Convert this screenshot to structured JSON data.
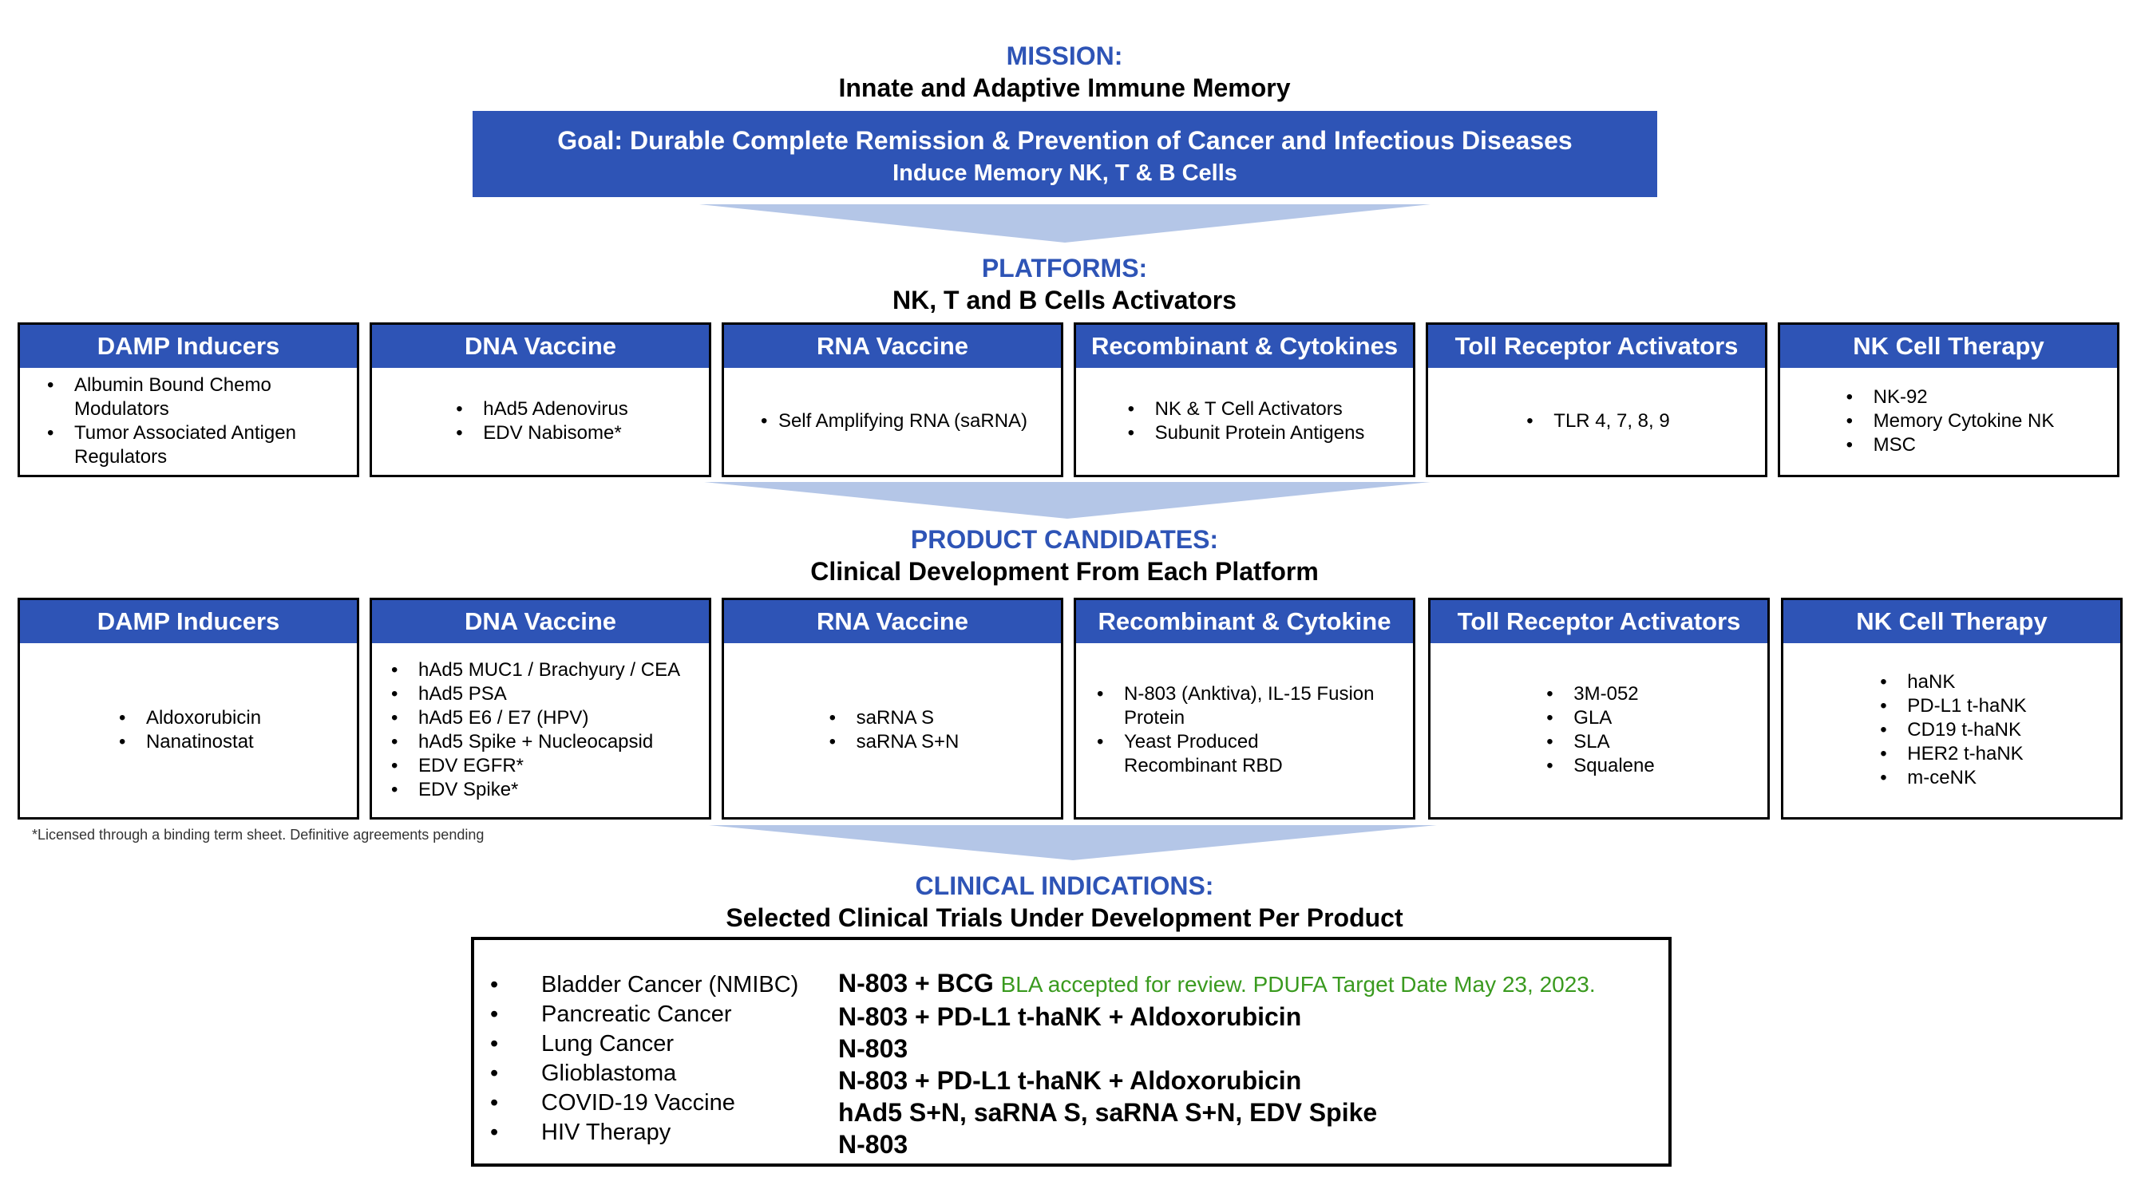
{
  "mission": {
    "label": "MISSION:",
    "subtitle": "Innate and Adaptive Immune Memory",
    "goal_line1": "Goal: Durable Complete Remission & Prevention of Cancer and Infectious Diseases",
    "goal_line2": "Induce Memory NK, T & B Cells"
  },
  "platforms": {
    "label": "PLATFORMS:",
    "subtitle": "NK, T and B Cells Activators",
    "boxes": [
      {
        "title": "DAMP Inducers",
        "items": [
          "Albumin Bound Chemo Modulators",
          "Tumor Associated Antigen Regulators"
        ]
      },
      {
        "title": "DNA Vaccine",
        "items": [
          "hAd5 Adenovirus",
          "EDV Nabisome*"
        ]
      },
      {
        "title": "RNA Vaccine",
        "items": [
          "Self Amplifying RNA (saRNA)"
        ]
      },
      {
        "title": "Recombinant & Cytokines",
        "items": [
          "NK & T Cell Activators",
          "Subunit Protein Antigens"
        ]
      },
      {
        "title": "Toll Receptor Activators",
        "items": [
          "TLR 4, 7, 8, 9"
        ]
      },
      {
        "title": "NK Cell Therapy",
        "items": [
          "NK-92",
          "Memory Cytokine NK",
          "MSC"
        ]
      }
    ]
  },
  "candidates": {
    "label": "PRODUCT CANDIDATES:",
    "subtitle": "Clinical Development From Each Platform",
    "boxes": [
      {
        "title": "DAMP Inducers",
        "items": [
          "Aldoxorubicin",
          "Nanatinostat"
        ]
      },
      {
        "title": "DNA Vaccine",
        "items": [
          "hAd5 MUC1 / Brachyury / CEA",
          "hAd5 PSA",
          "hAd5 E6 / E7 (HPV)",
          "hAd5 Spike + Nucleocapsid",
          "EDV EGFR*",
          "EDV Spike*"
        ]
      },
      {
        "title": "RNA Vaccine",
        "items": [
          "saRNA S",
          "saRNA S+N"
        ]
      },
      {
        "title": "Recombinant & Cytokine",
        "items": [
          "N-803 (Anktiva), IL-15 Fusion Protein",
          "Yeast Produced Recombinant RBD"
        ]
      },
      {
        "title": "Toll Receptor Activators",
        "items": [
          "3M-052",
          "GLA",
          "SLA",
          "Squalene"
        ]
      },
      {
        "title": "NK Cell Therapy",
        "items": [
          "haNK",
          "PD-L1 t-haNK",
          "CD19 t-haNK",
          "HER2 t-haNK",
          "m-ceNK"
        ]
      }
    ],
    "footnote": "*Licensed through a binding term sheet. Definitive agreements pending"
  },
  "clinical": {
    "label": "CLINICAL INDICATIONS:",
    "subtitle": "Selected Clinical Trials Under Development Per Product",
    "indications": [
      "Bladder Cancer (NMIBC)",
      "Pancreatic Cancer",
      "Lung Cancer",
      "Glioblastoma",
      "COVID-19 Vaccine",
      "HIV Therapy"
    ],
    "products": [
      "N-803 + BCG",
      "N-803 + PD-L1 t-haNK + Aldoxorubicin",
      "N-803",
      "N-803 + PD-L1 t-haNK + Aldoxorubicin",
      "hAd5 S+N, saRNA S, saRNA S+N, EDV Spike",
      "N-803"
    ],
    "bla_note": "BLA accepted for review. PDUFA Target Date May 23, 2023."
  },
  "colors": {
    "accent": "#2e54b6",
    "funnel": "#b4c6e7",
    "note_green": "#3a9a1f"
  }
}
